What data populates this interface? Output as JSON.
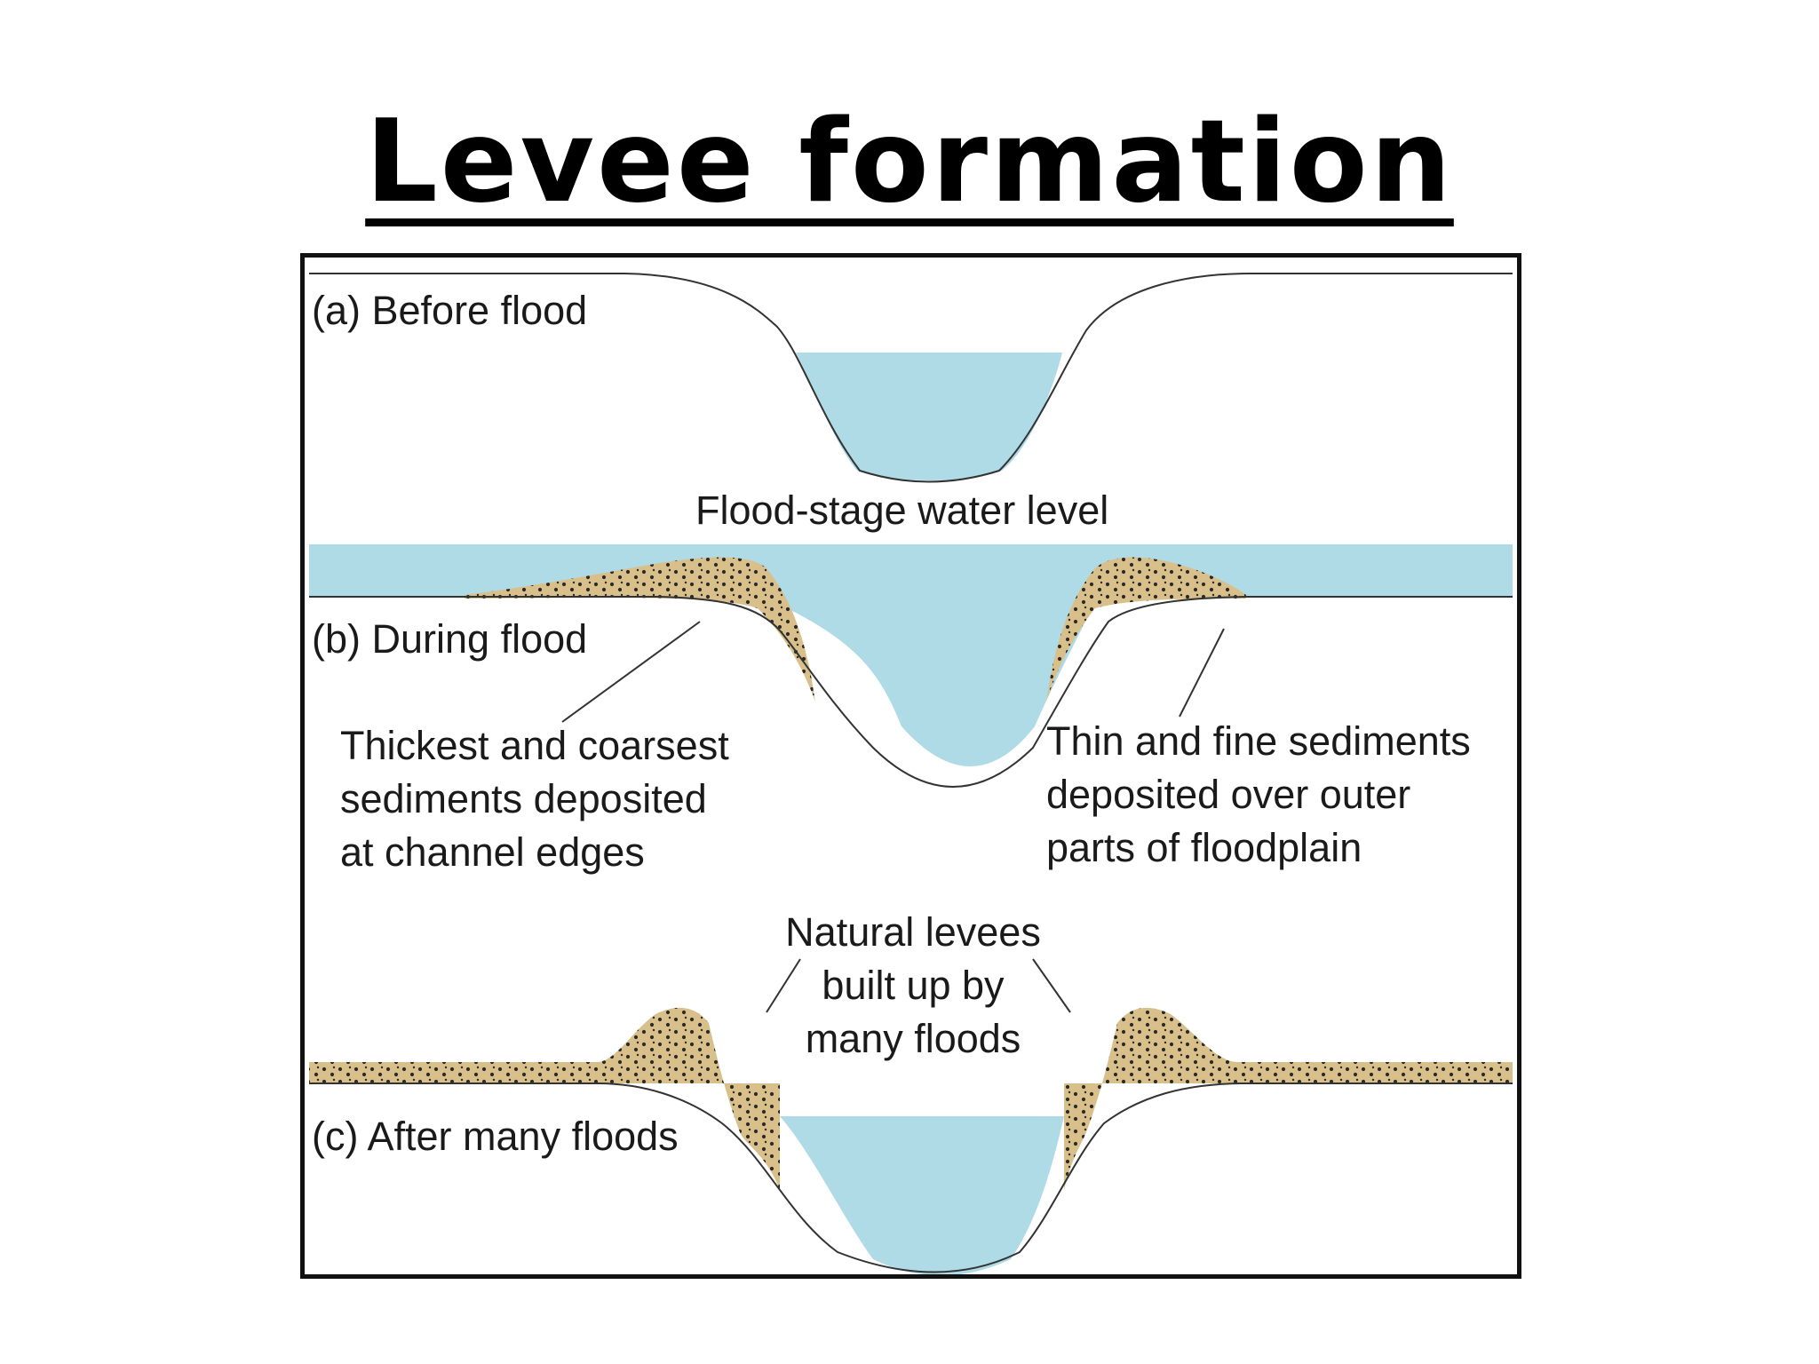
{
  "title": "Levee formation",
  "diagram": {
    "panel_a_label": "(a) Before flood",
    "flood_stage_label": "Flood-stage water level",
    "panel_b_label": "(b) During flood",
    "left_annotation": [
      "Thickest and coarsest",
      "sediments deposited",
      "at channel edges"
    ],
    "right_annotation": [
      "Thin and fine sediments",
      "deposited over outer",
      "parts of floodplain"
    ],
    "levee_annotation": [
      "Natural levees",
      "built up by",
      "many floods"
    ],
    "panel_c_label": "(c) After many floods"
  },
  "colors": {
    "water": "#aedbe6",
    "sediment": "#d9c08a",
    "sediment_dots": "#2a2a2a",
    "ground_line": "#333333",
    "frame": "#111111"
  }
}
